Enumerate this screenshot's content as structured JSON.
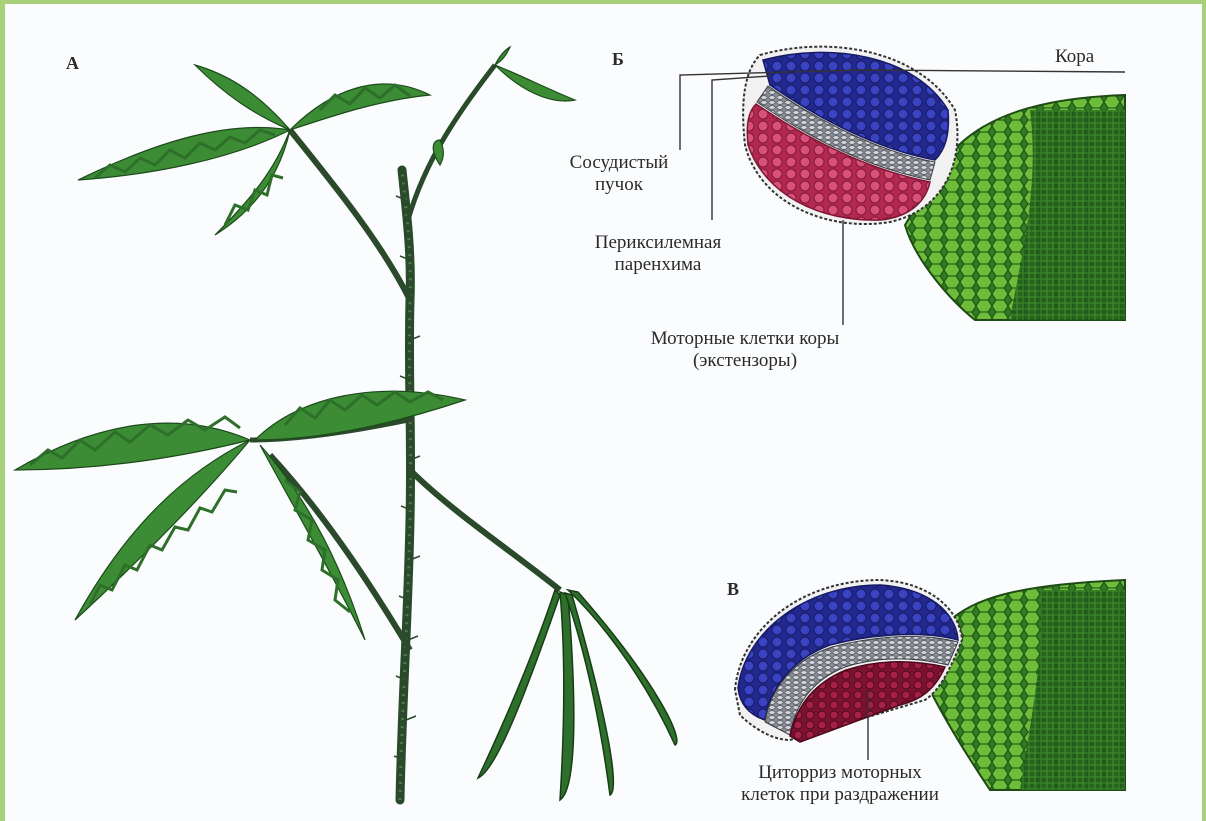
{
  "panels": {
    "a": {
      "letter": "А"
    },
    "b": {
      "letter": "Б"
    },
    "v": {
      "letter": "В"
    }
  },
  "labels": {
    "cortex": "Кора",
    "vascular_bundle_line1": "Сосудистый",
    "vascular_bundle_line2": "пучок",
    "perixylem_line1": "Периксилемная",
    "perixylem_line2": "паренхима",
    "motor_cells_line1": "Моторные клетки коры",
    "motor_cells_line2": "(экстензоры)",
    "cytorrhysis_line1": "Циторриз моторных",
    "cytorrhysis_line2": "клеток при раздражении"
  },
  "colors": {
    "frame": "#a8d27a",
    "leaf": "#2f7a2f",
    "stem": "#2b4a2b",
    "blue_cells": "#2a2f9e",
    "pink_cells": "#c8325a",
    "tissue_green": "#3f8a2f"
  }
}
